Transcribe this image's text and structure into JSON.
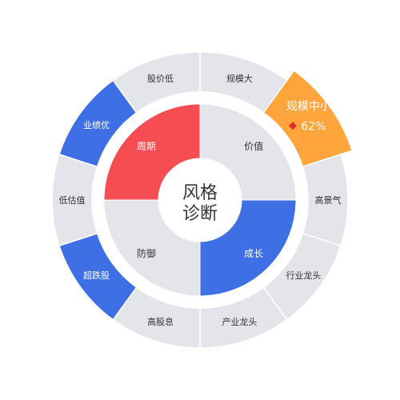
{
  "center": {
    "line1": "风格",
    "line2": "诊断"
  },
  "inner_quadrants": [
    {
      "label": "价值",
      "state": "normal"
    },
    {
      "label": "成长",
      "state": "active-blue"
    },
    {
      "label": "防御",
      "state": "normal"
    },
    {
      "label": "周期",
      "state": "active-red"
    }
  ],
  "outer_segments": [
    {
      "label": "规模大",
      "state": "normal"
    },
    {
      "label": "规模中小",
      "state": "highlight",
      "value": "62%",
      "value_marker": "diamond"
    },
    {
      "label": "高景气",
      "state": "normal"
    },
    {
      "label": "行业龙头",
      "state": "normal"
    },
    {
      "label": "产业龙头",
      "state": "normal"
    },
    {
      "label": "高股息",
      "state": "normal"
    },
    {
      "label": "超跌股",
      "state": "active-blue"
    },
    {
      "label": "低估值",
      "state": "normal"
    },
    {
      "label": "业绩优",
      "state": "active-blue"
    },
    {
      "label": "股价低",
      "state": "normal"
    }
  ],
  "colors": {
    "normal_fill": "#e4e5ea",
    "normal_text": "#333333",
    "active_blue": "#3f6fe4",
    "active_red": "#f54d52",
    "highlight": "#ffa53c",
    "marker": "#e8262b",
    "white": "#ffffff",
    "center_text": "#333333"
  }
}
